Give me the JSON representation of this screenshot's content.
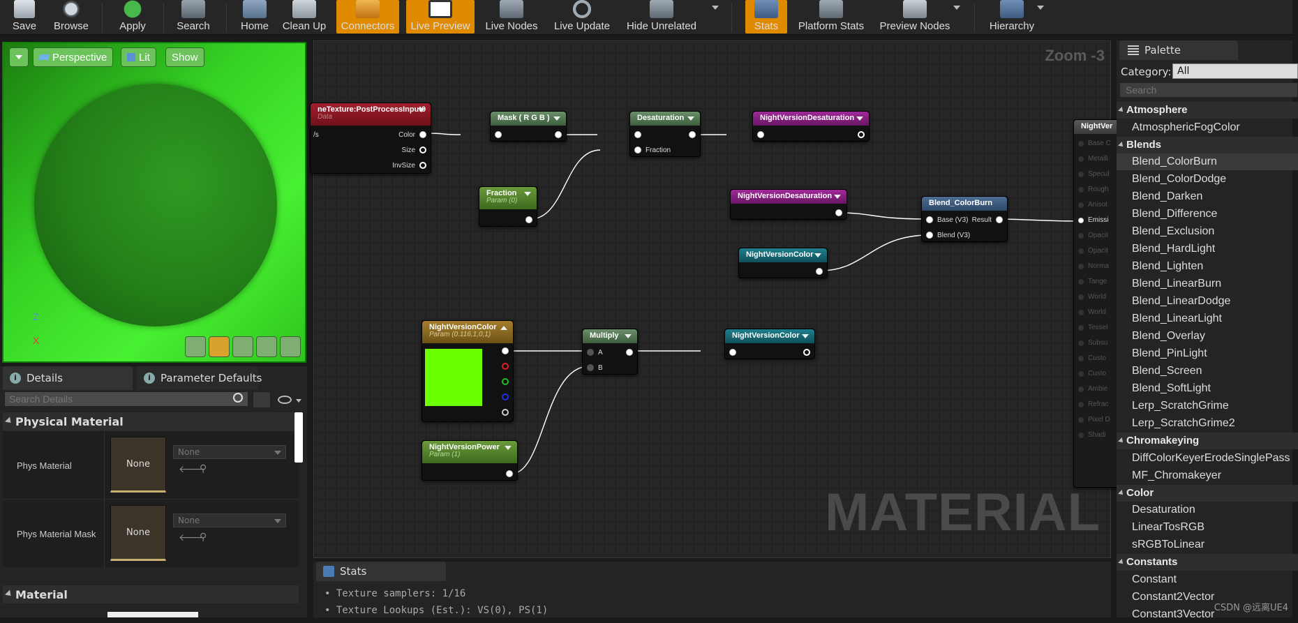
{
  "toolbar": {
    "items": [
      {
        "label": "Save",
        "icon": "floppy-icon"
      },
      {
        "label": "Browse",
        "icon": "magnifier-icon"
      },
      {
        "label": "Apply",
        "icon": "checkmark-icon"
      },
      {
        "label": "Search",
        "icon": "binoculars-icon"
      },
      {
        "label": "Home",
        "icon": "house-icon"
      },
      {
        "label": "Clean Up",
        "icon": "broom-icon"
      },
      {
        "label": "Connectors",
        "icon": "connectors-icon"
      },
      {
        "label": "Live Preview",
        "icon": "live-preview-icon"
      },
      {
        "label": "Live Nodes",
        "icon": "live-nodes-icon"
      },
      {
        "label": "Live Update",
        "icon": "refresh-icon"
      },
      {
        "label": "Hide Unrelated",
        "icon": "hide-unrelated-icon"
      },
      {
        "label": "Stats",
        "icon": "stats-icon"
      },
      {
        "label": "Platform Stats",
        "icon": "platform-stats-icon"
      },
      {
        "label": "Preview Nodes",
        "icon": "preview-nodes-icon"
      },
      {
        "label": "Hierarchy",
        "icon": "hierarchy-icon"
      }
    ]
  },
  "viewport": {
    "perspective": "Perspective",
    "lit": "Lit",
    "show": "Show",
    "axis_z": "Z",
    "axis_x": "X"
  },
  "details": {
    "tab_details": "Details",
    "tab_params": "Parameter Defaults",
    "search_placeholder": "Search Details",
    "cat_physical": "Physical Material",
    "phys_material_label": "Phys Material",
    "phys_material_thumb": "None",
    "phys_material_value": "None",
    "phys_mask_label": "Phys Material Mask",
    "phys_mask_thumb": "None",
    "phys_mask_value": "None",
    "cat_material": "Material"
  },
  "graph": {
    "zoom": "Zoom -3",
    "watermark": "MATERIAL",
    "nodes": {
      "scene_texture": {
        "title": "neTexture:PostProcessInput0",
        "sub": "Data",
        "pin_uv": "/s",
        "pin_color": "Color",
        "pin_size": "Size",
        "pin_invsize": "InvSize"
      },
      "mask": {
        "title": "Mask ( R G B )"
      },
      "desaturation": {
        "title": "Desaturation",
        "pin_fraction": "Fraction"
      },
      "nv_desat1": {
        "title": "NightVersionDesaturation"
      },
      "fraction": {
        "title": "Fraction",
        "sub": "Param (0)"
      },
      "nv_desat2": {
        "title": "NightVersionDesaturation"
      },
      "blend": {
        "title": "Blend_ColorBurn",
        "pin_base": "Base (V3)",
        "pin_result": "Result",
        "pin_blend": "Blend (V3)"
      },
      "nv_color1": {
        "title": "NightVersionColor"
      },
      "nv_color_param": {
        "title": "NightVersionColor",
        "sub": "Param (0.116,1,0,1)"
      },
      "multiply": {
        "title": "Multiply",
        "pin_a": "A",
        "pin_b": "B"
      },
      "nv_color2": {
        "title": "NightVersionColor"
      },
      "nv_power": {
        "title": "NightVersionPower",
        "sub": "Param (1)"
      },
      "result": {
        "title": "NightVer",
        "pins": [
          "Base C",
          "Metalli",
          "Specul",
          "Rough",
          "Anisot",
          "Emissi",
          "Opacit",
          "Opacit",
          "Norma",
          "Tange",
          "World",
          "World",
          "Tessel",
          "Subsu",
          "Custo",
          "Custo",
          "Ambie",
          "Refrac",
          "Pixel D",
          "Shadi"
        ]
      }
    }
  },
  "stats": {
    "tab": "Stats",
    "lines": [
      "Texture samplers: 1/16",
      "Texture Lookups (Est.): VS(0), PS(1)"
    ]
  },
  "palette": {
    "tab": "Palette",
    "category_label": "Category:",
    "category_value": "All",
    "search_placeholder": "Search",
    "items": [
      {
        "text": "Atmosphere",
        "header": true
      },
      {
        "text": "AtmosphericFogColor"
      },
      {
        "text": "Blends",
        "header": true
      },
      {
        "text": "Blend_ColorBurn",
        "selected": true
      },
      {
        "text": "Blend_ColorDodge"
      },
      {
        "text": "Blend_Darken"
      },
      {
        "text": "Blend_Difference"
      },
      {
        "text": "Blend_Exclusion"
      },
      {
        "text": "Blend_HardLight"
      },
      {
        "text": "Blend_Lighten"
      },
      {
        "text": "Blend_LinearBurn"
      },
      {
        "text": "Blend_LinearDodge"
      },
      {
        "text": "Blend_LinearLight"
      },
      {
        "text": "Blend_Overlay"
      },
      {
        "text": "Blend_PinLight"
      },
      {
        "text": "Blend_Screen"
      },
      {
        "text": "Blend_SoftLight"
      },
      {
        "text": "Lerp_ScratchGrime"
      },
      {
        "text": "Lerp_ScratchGrime2"
      },
      {
        "text": "Chromakeying",
        "header": true
      },
      {
        "text": "DiffColorKeyerErodeSinglePass"
      },
      {
        "text": "MF_Chromakeyer"
      },
      {
        "text": "Color",
        "header": true
      },
      {
        "text": "Desaturation"
      },
      {
        "text": "LinearTosRGB"
      },
      {
        "text": "sRGBToLinear"
      },
      {
        "text": "Constants",
        "header": true
      },
      {
        "text": "Constant"
      },
      {
        "text": "Constant2Vector"
      },
      {
        "text": "Constant3Vector"
      }
    ]
  },
  "credit": "CSDN @远离UE4",
  "colors": {
    "accent": "#e08a00",
    "preview_green": "#2fce1e",
    "param_swatch": "#6cff00"
  }
}
